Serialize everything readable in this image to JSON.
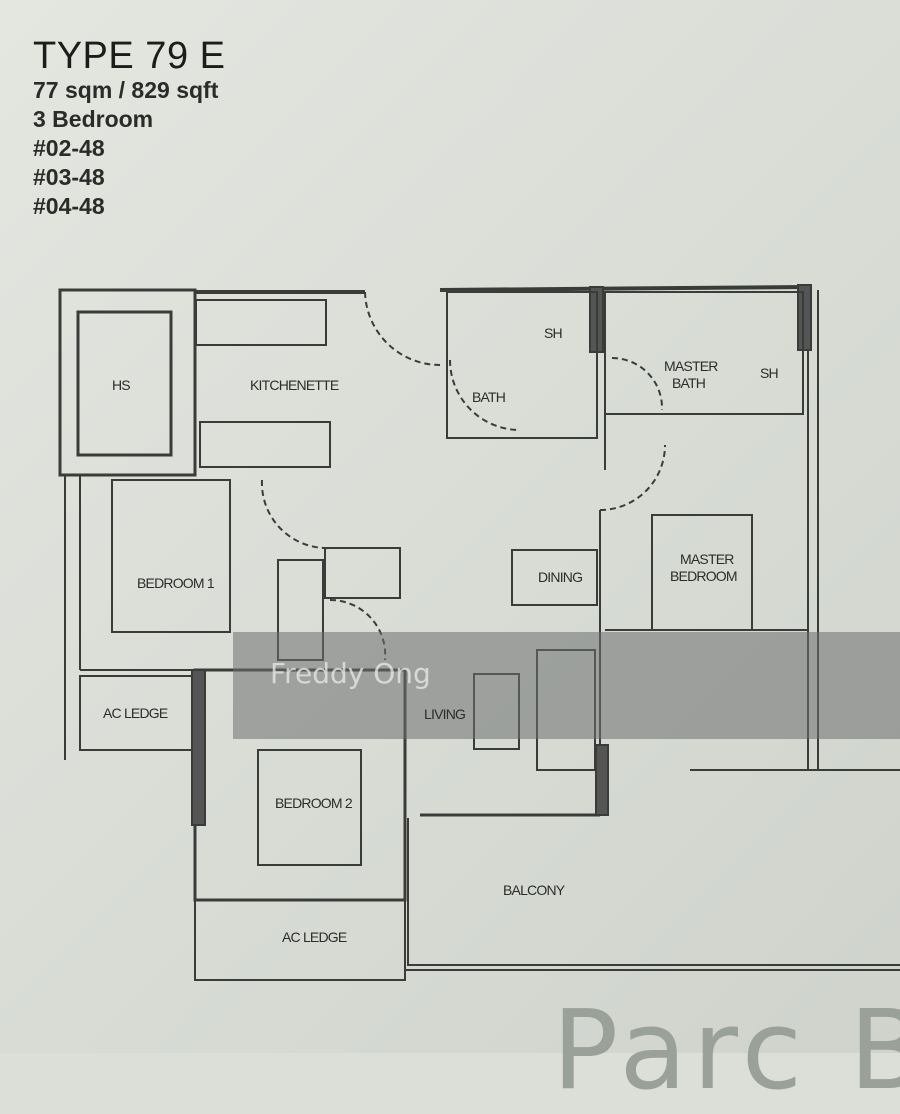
{
  "unit": {
    "type_title": "TYPE 79 E",
    "area": "77 sqm / 829 sqft",
    "bedrooms": "3 Bedroom",
    "unit_numbers": [
      "#02-48",
      "#03-48",
      "#04-48"
    ]
  },
  "rooms": {
    "hs": "HS",
    "kitchenette": "KITCHENETTE",
    "bath": "BATH",
    "sh1": "SH",
    "master_bath_1": "MASTER",
    "master_bath_2": "BATH",
    "sh2": "SH",
    "bedroom1": "BEDROOM 1",
    "dining": "DINING",
    "master_bedroom_1": "MASTER",
    "master_bedroom_2": "BEDROOM",
    "living": "LIVING",
    "ac_ledge_1": "AC LEDGE",
    "bedroom2": "BEDROOM 2",
    "balcony": "BALCONY",
    "ac_ledge_2": "AC LEDGE"
  },
  "watermark": "Freddy Ong",
  "brand_partial": "Parc B"
}
